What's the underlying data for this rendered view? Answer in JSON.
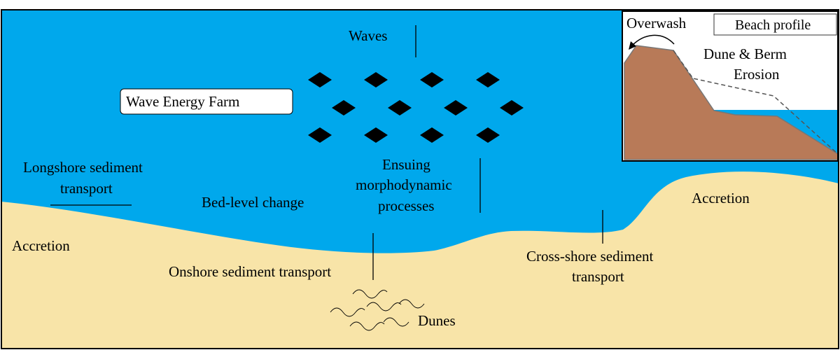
{
  "colors": {
    "sea": "#00a8ec",
    "sand": "#f8e4a8",
    "cliff": "#b87a58",
    "outline": "#000000",
    "device": "#000000"
  },
  "labels": {
    "waves": "Waves",
    "wave_energy_farm": "Wave Energy Farm",
    "longshore_line1": "Longshore sediment",
    "longshore_line2": "transport",
    "bed_level_change": "Bed-level change",
    "ensuing_line1": "Ensuing",
    "ensuing_line2": "morphodynamic",
    "ensuing_line3": "processes",
    "accretion_left": "Accretion",
    "accretion_right": "Accretion",
    "onshore": "Onshore sediment transport",
    "cross_shore_line1": "Cross-shore sediment",
    "cross_shore_line2": "transport",
    "dunes": "Dunes"
  },
  "inset": {
    "overwash": "Overwash",
    "beach_profile": "Beach profile",
    "erosion_line1": "Dune & Berm",
    "erosion_line2": "Erosion"
  },
  "farm": {
    "rows": [
      4,
      4,
      4
    ],
    "device_count": 12
  }
}
